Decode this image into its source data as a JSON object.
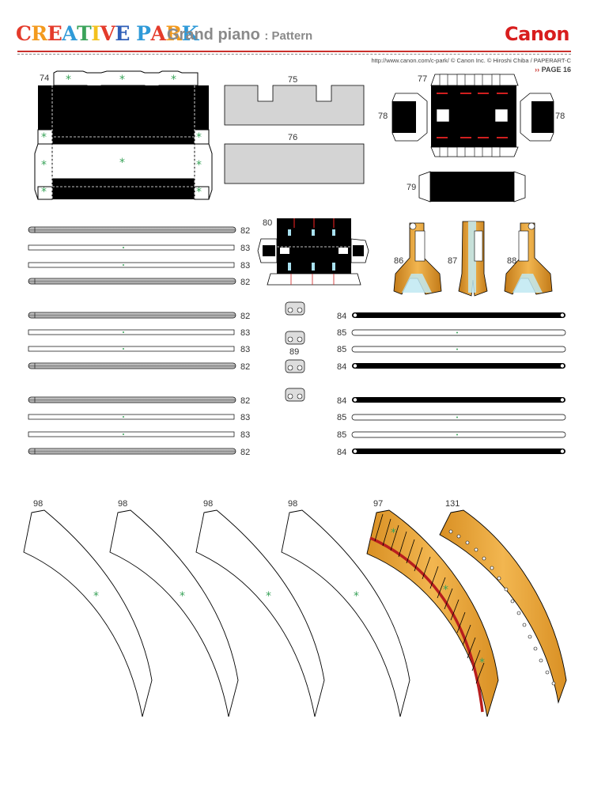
{
  "header": {
    "logo": {
      "letters": [
        {
          "ch": "C",
          "color": "#e43b2b"
        },
        {
          "ch": "R",
          "color": "#f39a1e"
        },
        {
          "ch": "E",
          "color": "#e43b2b"
        },
        {
          "ch": "A",
          "color": "#2f9ad8"
        },
        {
          "ch": "T",
          "color": "#3aa35a"
        },
        {
          "ch": "I",
          "color": "#f3c11e"
        },
        {
          "ch": "V",
          "color": "#e43b2b"
        },
        {
          "ch": "E",
          "color": "#2f5fb8"
        },
        {
          "ch": " ",
          "color": "#ffffff"
        },
        {
          "ch": "P",
          "color": "#2f9ad8"
        },
        {
          "ch": "A",
          "color": "#e43b2b"
        },
        {
          "ch": "R",
          "color": "#f39a1e"
        },
        {
          "ch": "K",
          "color": "#2f9ad8"
        }
      ]
    },
    "title": "Grand piano",
    "subtitle": ": Pattern",
    "brand": "Canon",
    "credits": "http://www.canon.com/c-park/  © Canon Inc. © Hiroshi Chiba / PAPERART-C",
    "page_arrow": "››",
    "page": "PAGE 16"
  },
  "parts": {
    "p74": "74",
    "p75": "75",
    "p76": "76",
    "p77": "77",
    "p78": "78",
    "p79": "79",
    "p80": "80",
    "p82": "82",
    "p83": "83",
    "p84": "84",
    "p85": "85",
    "p86": "86",
    "p87": "87",
    "p88": "88",
    "p89": "89",
    "p97": "97",
    "p98": "98",
    "p131": "131"
  },
  "colors": {
    "accent_red": "#c9302c",
    "wood": "#e8a637",
    "wood_dark": "#b86f10",
    "glue_star": "#3aa35a",
    "gray_part": "#d4d4d4"
  }
}
